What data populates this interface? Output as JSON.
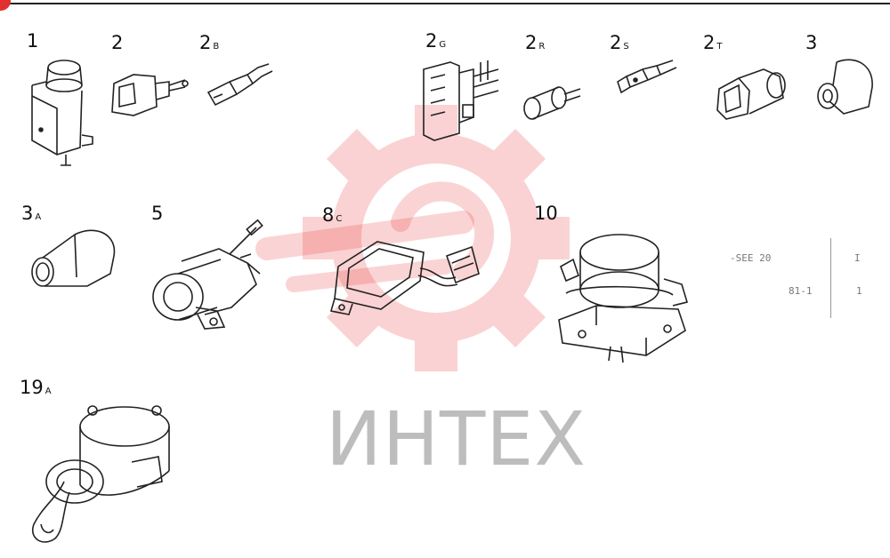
{
  "watermark": {
    "text": "ИНТЕХ",
    "color": "#e8262a"
  },
  "badge_color": "#e1302f",
  "labels": [
    {
      "id": "1",
      "num": "1",
      "suffix": ""
    },
    {
      "id": "2",
      "num": "2",
      "suffix": ""
    },
    {
      "id": "2B",
      "num": "2",
      "suffix": "B"
    },
    {
      "id": "2G",
      "num": "2",
      "suffix": "G"
    },
    {
      "id": "2R",
      "num": "2",
      "suffix": "R"
    },
    {
      "id": "2S",
      "num": "2",
      "suffix": "S"
    },
    {
      "id": "2T",
      "num": "2",
      "suffix": "T"
    },
    {
      "id": "3",
      "num": "3",
      "suffix": ""
    },
    {
      "id": "3A",
      "num": "3",
      "suffix": "A"
    },
    {
      "id": "5",
      "num": "5",
      "suffix": ""
    },
    {
      "id": "8C",
      "num": "8",
      "suffix": "C"
    },
    {
      "id": "10",
      "num": "10",
      "suffix": ""
    },
    {
      "id": "19A",
      "num": "19",
      "suffix": "A"
    }
  ],
  "faint_marks": {
    "row1_left": "-SEE 20",
    "row1_right": "I",
    "row2_left": "81-1",
    "row2_right": "1"
  }
}
